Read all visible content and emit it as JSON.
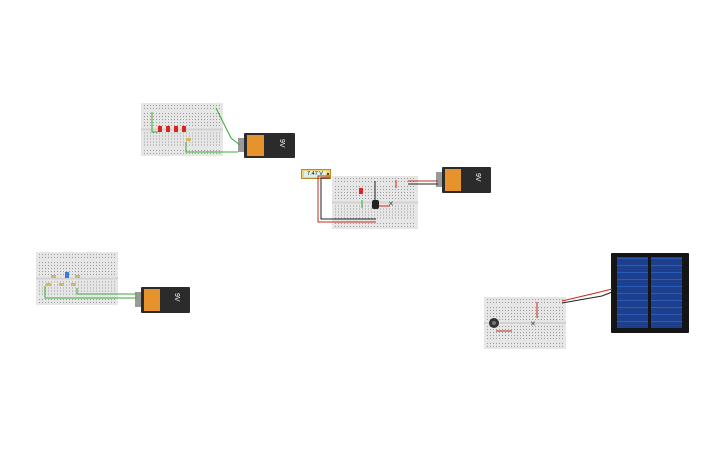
{
  "canvas": {
    "background": "#ffffff"
  },
  "batteries": [
    {
      "label": "9V"
    },
    {
      "label": "9V"
    },
    {
      "label": "9V"
    }
  ],
  "multimeter": {
    "reading": "7.47 V"
  },
  "colors": {
    "breadboard": "#e6e6e6",
    "hole": "#9a9a9a",
    "wire_green": "#3aa935",
    "wire_red": "#c8281e",
    "wire_black": "#222222",
    "led_red": "#d22",
    "battery_label": "#e7932d",
    "solar_cell": "#1c3f8e"
  },
  "icons": [
    "breadboard",
    "battery-9v",
    "multimeter",
    "solar-panel",
    "led",
    "resistor",
    "transistor",
    "photoresistor"
  ]
}
